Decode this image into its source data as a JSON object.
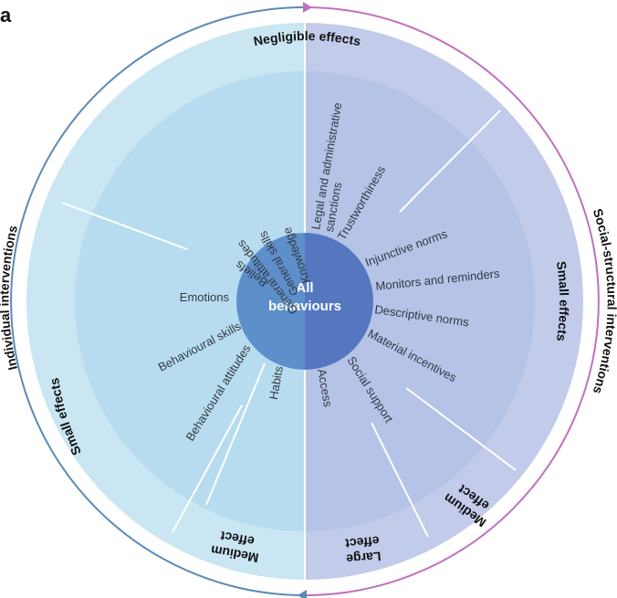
{
  "panel_label": "a",
  "center": {
    "line1": "All",
    "line2": "behaviours"
  },
  "outer_labels": {
    "individual": "Individual interventions",
    "social": "Social-structural interventions"
  },
  "band_headers": {
    "negligible": "Negligible effects",
    "small_left": "Small effects",
    "small_right": "Small effects",
    "medium_left_l1": "Medium",
    "medium_left_l2": "effect",
    "large_l1": "Large",
    "large_l2": "effect",
    "medium_right_l1": "Medium",
    "medium_right_l2": "effect"
  },
  "spokes": {
    "knowledge": "Knowledge",
    "general_skills": "General skills",
    "general_attitudes": "General attitudes",
    "beliefs": "Beliefs",
    "emotions": "Emotions",
    "behavioural_skills": "Behavioural skills",
    "behavioural_attitudes": "Behavioural attitudes",
    "habits": "Habits",
    "access": "Access",
    "social_support": "Social support",
    "material_incentives": "Material incentives",
    "descriptive_norms": "Descriptive norms",
    "monitors_reminders": "Monitors and reminders",
    "injunctive_norms": "Injunctive norms",
    "trustworthiness": "Trustworthiness",
    "legal_l1": "Legal and administrative",
    "legal_l2": "sanctions"
  },
  "colors": {
    "individual_arc": "#5b8ab8",
    "social_arc": "#c070c0",
    "left_band": "#c9e6f2",
    "left_inner": "#b7dcef",
    "right_band": "#c3cbea",
    "right_inner": "#b4c3e6",
    "center_left": "#5d8fca",
    "center_right": "#5577c0"
  }
}
